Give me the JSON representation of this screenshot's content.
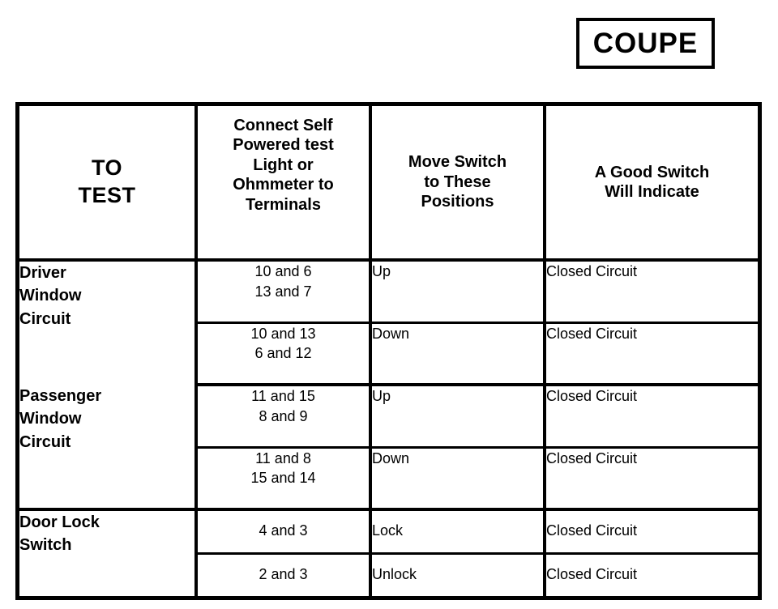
{
  "title_badge": {
    "label": "COUPE"
  },
  "table": {
    "headers": [
      "TO\nTEST",
      "Connect Self\nPowered test\nLight or\nOhmmeter to\nTerminals",
      "Move Switch\nto These\nPositions",
      "A Good Switch\nWill Indicate"
    ],
    "groups": [
      {
        "name": "Driver\nWindow\nCircuit",
        "rows": [
          {
            "terminals": "10 and 6\n13 and 7",
            "position": "Up",
            "indication": "Closed Circuit"
          },
          {
            "terminals": "10 and 13\n6 and 12",
            "position": "Down",
            "indication": "Closed Circuit"
          }
        ]
      },
      {
        "name": "Passenger\nWindow\nCircuit",
        "rows": [
          {
            "terminals": "11 and 15\n8 and 9",
            "position": "Up",
            "indication": "Closed Circuit"
          },
          {
            "terminals": "11 and 8\n15 and 14",
            "position": "Down",
            "indication": "Closed Circuit"
          }
        ]
      },
      {
        "name": "Door Lock\nSwitch",
        "rows": [
          {
            "terminals": "4 and 3",
            "position": "Lock",
            "indication": "Closed Circuit"
          },
          {
            "terminals": "2 and 3",
            "position": "Unlock",
            "indication": "Closed Circuit"
          }
        ]
      }
    ]
  },
  "colors": {
    "ink": "#000000",
    "paper": "#ffffff"
  }
}
